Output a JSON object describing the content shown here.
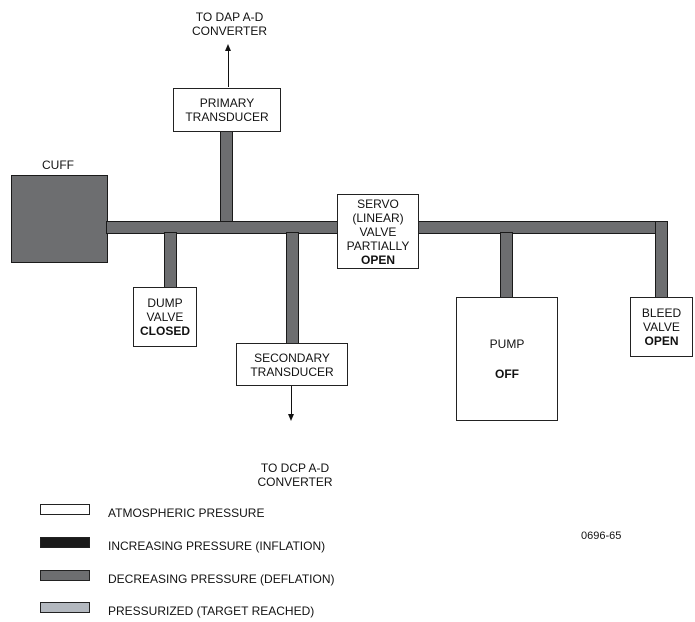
{
  "top_output": {
    "line1": "TO DAP A-D",
    "line2": "CONVERTER"
  },
  "bottom_output": {
    "line1": "TO DCP A-D",
    "line2": "CONVERTER"
  },
  "cuff_label": "CUFF",
  "primary_transducer": {
    "line1": "PRIMARY",
    "line2": "TRANSDUCER"
  },
  "secondary_transducer": {
    "line1": "SECONDARY",
    "line2": "TRANSDUCER"
  },
  "servo_valve": {
    "line1": "SERVO",
    "line2": "(LINEAR)",
    "line3": "VALVE",
    "line4": "PARTIALLY",
    "state": "OPEN"
  },
  "dump_valve": {
    "line1": "DUMP",
    "line2": "VALVE",
    "state": "CLOSED"
  },
  "pump": {
    "line1": "PUMP",
    "state": "OFF"
  },
  "bleed_valve": {
    "line1": "BLEED",
    "line2": "VALVE",
    "state": "OPEN"
  },
  "legend": [
    {
      "text": "ATMOSPHERIC PRESSURE",
      "color": "#ffffff"
    },
    {
      "text": "INCREASING PRESSURE (INFLATION)",
      "color": "#1a1a1a"
    },
    {
      "text": "DECREASING PRESSURE (DEFLATION)",
      "color": "#6d6e70"
    },
    {
      "text": "PRESSURIZED (TARGET REACHED)",
      "color": "#b3b8bf"
    }
  ],
  "figure_id": "0696-65"
}
